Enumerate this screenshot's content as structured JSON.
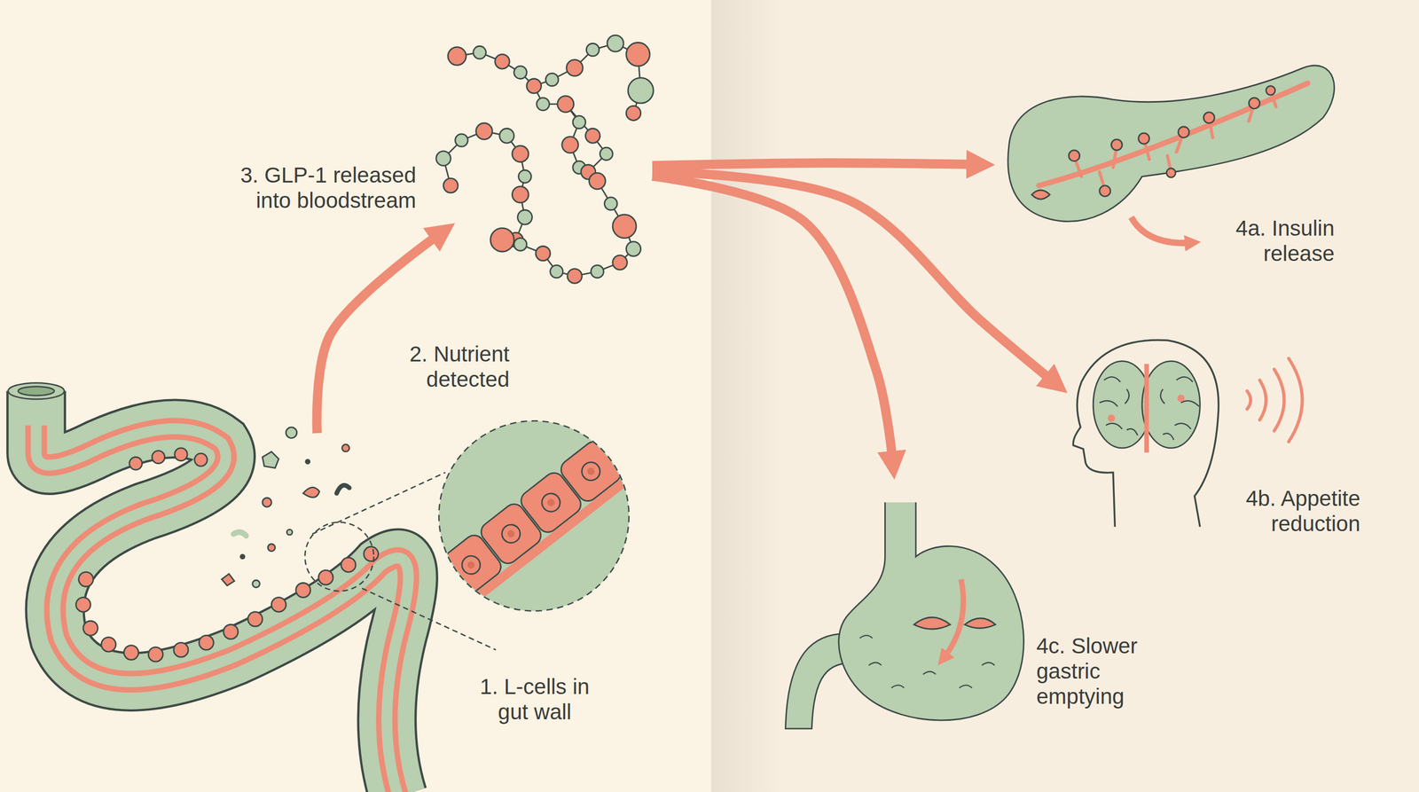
{
  "diagram": {
    "nodes": [
      {
        "text": [
          "1. L-cells in gut wall"
        ]
      },
      {
        "text": [
          "3. GLP-1 released into bloodstream"
        ]
      },
      {
        "text": [
          "4a. Insulin release"
        ]
      },
      {
        "text": [
          "4b. Appetite reduction"
        ]
      },
      {
        "text": [
          "4c. Slower gastric emptying"
        ]
      }
    ],
    "edges": [
      {
        "from": 0,
        "to": 1,
        "arrow": "to",
        "label": "2. Nutrient detected"
      },
      {
        "from": 1,
        "to": 2,
        "arrow": "to"
      },
      {
        "from": 1,
        "to": 3,
        "arrow": "to"
      },
      {
        "from": 1,
        "to": 4,
        "arrow": "to"
      }
    ]
  }
}
